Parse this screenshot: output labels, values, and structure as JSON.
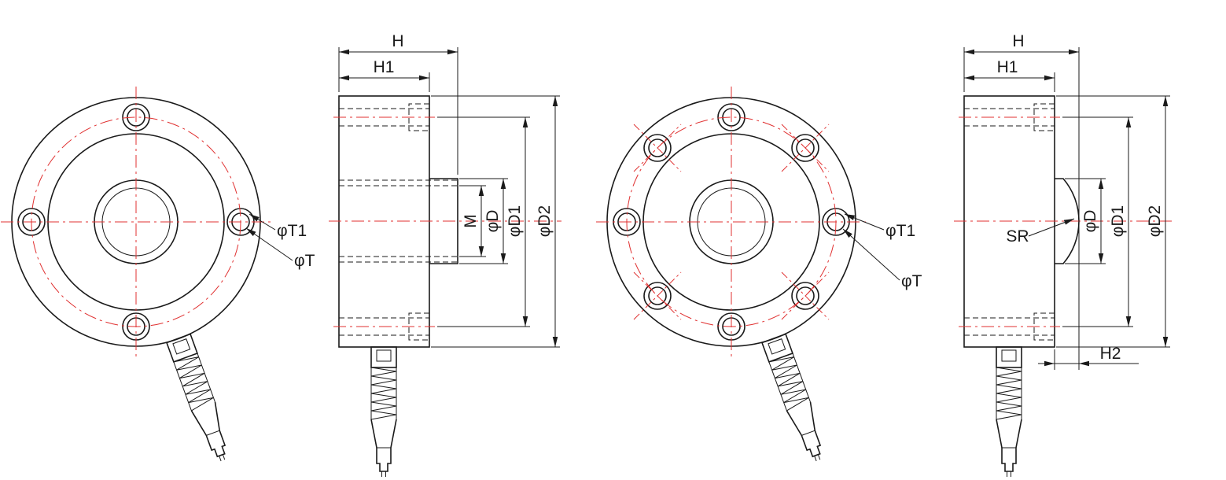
{
  "labels": {
    "h": "H",
    "h1": "H1",
    "h2": "H2",
    "m": "M",
    "phi_d": "φD",
    "phi_d1": "φD1",
    "phi_d2": "φD2",
    "phi_t1": "φT1",
    "phi_t": "φT",
    "sr": "SR"
  },
  "colors": {
    "outline": "#1a1a1a",
    "centerline": "#e03030",
    "background": "#ffffff"
  }
}
